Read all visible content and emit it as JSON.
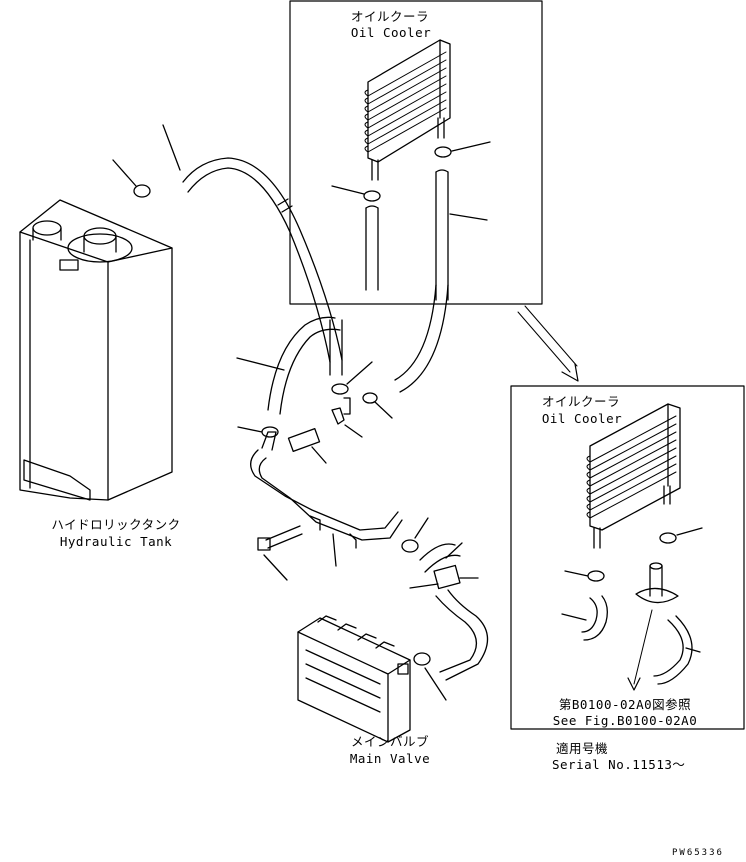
{
  "labels": {
    "oil_cooler_ja": "オイルクーラ",
    "oil_cooler_en": "Oil Cooler",
    "oil_cooler2_ja": "オイルクーラ",
    "oil_cooler2_en": "Oil Cooler",
    "hydraulic_tank_ja": "ハイドロリックタンク",
    "hydraulic_tank_en": "Hydraulic Tank",
    "main_valve_ja": "メインバルブ",
    "main_valve_en": "Main Valve",
    "see_fig_ja": "第B0100-02A0図参照",
    "see_fig_en": "See Fig.B0100-02A0",
    "applicable_ja": "適用号機",
    "serial_en": "Serial No.11513〜"
  },
  "drawing_code": "PW65336"
}
